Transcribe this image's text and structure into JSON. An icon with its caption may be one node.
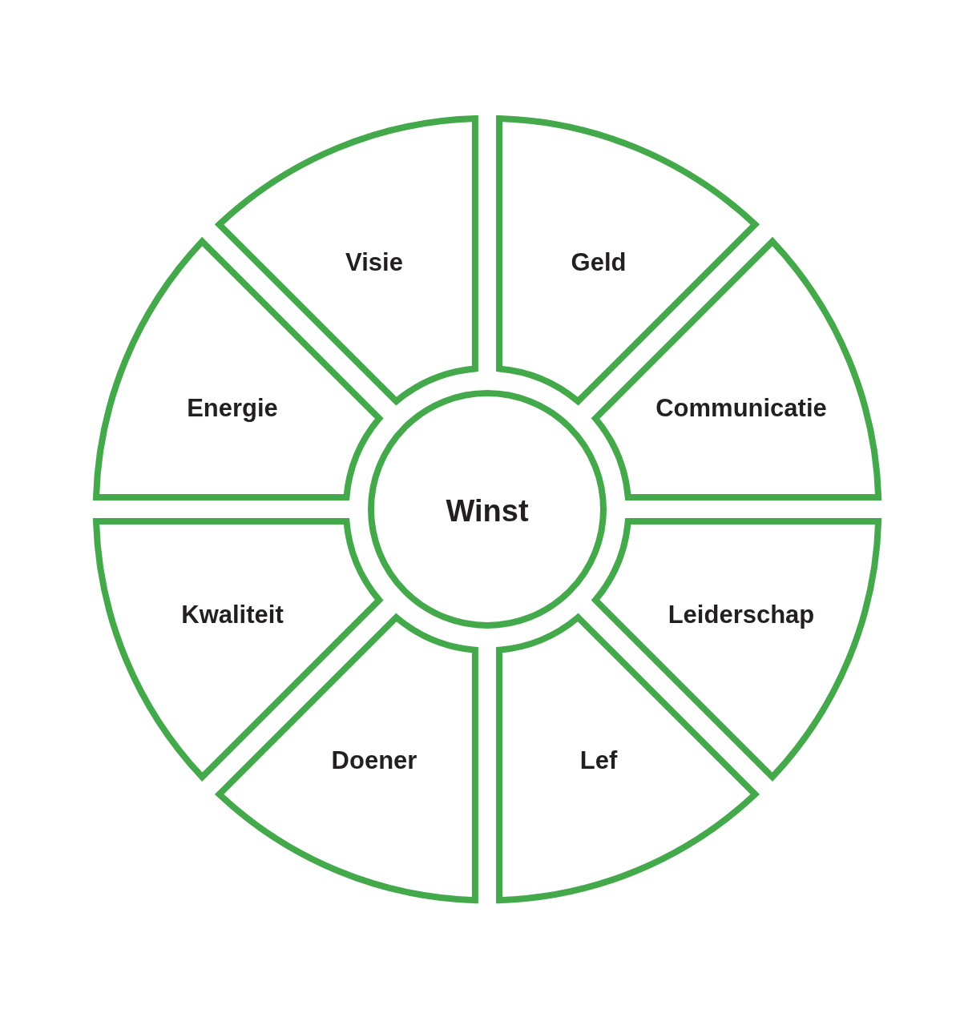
{
  "diagram": {
    "nodes": [
      {
        "text": [
          "Visie"
        ]
      },
      {
        "text": [
          "Geld"
        ]
      },
      {
        "text": [
          "Energie"
        ]
      },
      {
        "text": [
          "Communicatie"
        ]
      },
      {
        "text": [
          "Winst"
        ]
      },
      {
        "text": [
          "Kwaliteit"
        ]
      },
      {
        "text": [
          "Leiderschap"
        ]
      },
      {
        "text": [
          "Doener"
        ]
      },
      {
        "text": [
          "Lef"
        ]
      }
    ]
  }
}
